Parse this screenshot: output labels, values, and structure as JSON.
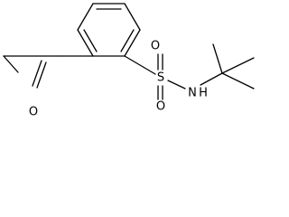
{
  "molecule": {
    "atoms": {
      "oxygen_ketone": "O",
      "sulfur": "S",
      "oxygen_sulfonyl_top": "O",
      "oxygen_sulfonyl_bottom": "O",
      "nitrogen": "N",
      "nitrogen_hydrogen": "H"
    }
  },
  "colors": {
    "stroke": "#000000",
    "background": "#ffffff"
  }
}
